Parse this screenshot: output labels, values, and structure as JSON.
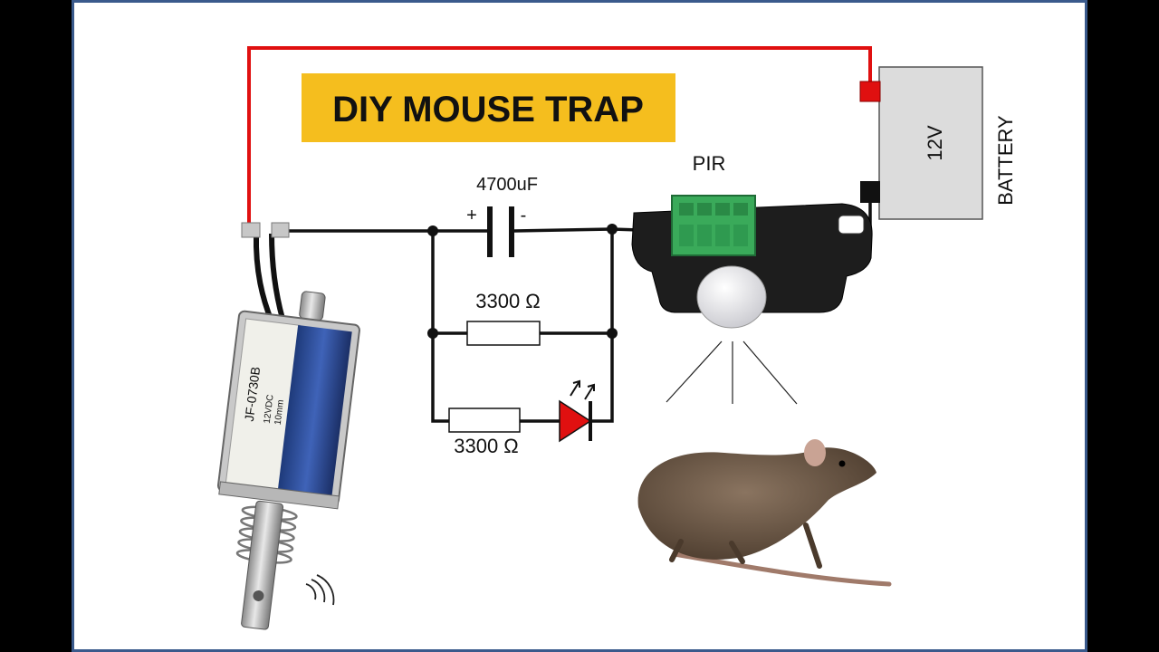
{
  "title": "DIY MOUSE TRAP",
  "labels": {
    "capacitor": "4700uF",
    "cap_plus": "+",
    "cap_minus": "-",
    "resistor_top": "3300 Ω",
    "resistor_bottom": "3300 Ω",
    "pir": "PIR",
    "battery_voltage": "12V",
    "battery": "BATTERY"
  },
  "solenoid": {
    "model": "JF-0730B",
    "spec_line1": "12VDC",
    "spec_line2": "10mm"
  },
  "colors": {
    "title_bg": "#f5be1e",
    "positive_wire": "#e01010",
    "wire": "#111111",
    "led": "#e01010",
    "terminal_block": "#3aaa5a",
    "frame_border": "#3a5a8c"
  }
}
